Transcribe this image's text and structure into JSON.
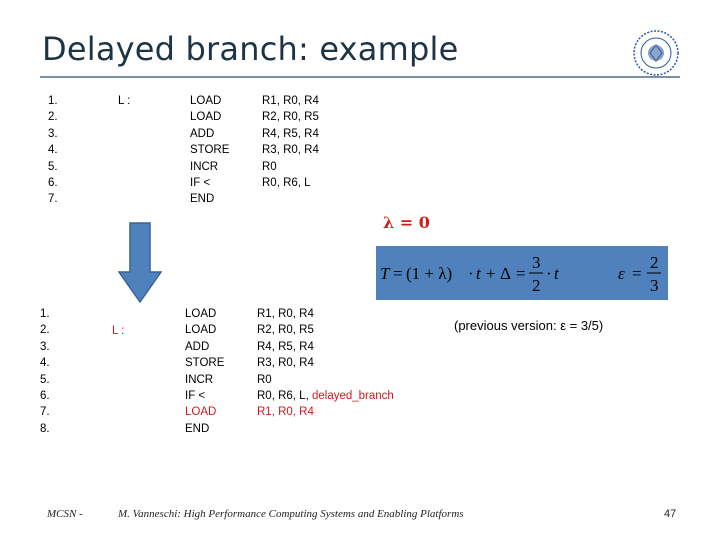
{
  "slide": {
    "title": "Delayed branch: example",
    "page_number": "47"
  },
  "program1": {
    "line_numbers": [
      "1.",
      "2.",
      "3.",
      "4.",
      "5.",
      "6.",
      "7."
    ],
    "label": "L :",
    "opcodes": [
      "LOAD",
      "LOAD",
      "ADD",
      "STORE",
      "INCR",
      "IF <",
      "END"
    ],
    "operands": [
      "R1, R0, R4",
      "R2, R0, R5",
      "R4, R5, R4",
      "R3, R0, R4",
      "R0",
      "R0, R6, L"
    ]
  },
  "program2": {
    "line_numbers": [
      "1.",
      "2.",
      "3.",
      "4.",
      "5.",
      "6.",
      "7.",
      "8."
    ],
    "label": "L :",
    "opcodes": [
      "LOAD",
      "LOAD",
      "ADD",
      "STORE",
      "INCR",
      "IF <",
      "LOAD",
      "END"
    ],
    "operands": [
      "R1, R0, R4",
      "R2, R0, R5",
      "R4, R5, R4",
      "R3, R0, R4",
      "R0",
      "R0, R6, L,",
      "R1, R0, R4"
    ],
    "delayed_keyword": "delayed_branch"
  },
  "formula": {
    "lambda_label": "λ = 0",
    "T": "T",
    "eq": "=",
    "one_plus_lambda": "(1 + λ)",
    "dot": "·",
    "t": "t",
    "plus": "+",
    "delta": "Δ",
    "frac_num": "3",
    "frac_den": "2",
    "epsilon": "ε",
    "eps_num": "2",
    "eps_den": "3"
  },
  "note": {
    "previous_version": "(previous version: ε = 3/5)"
  },
  "footer": {
    "left": "MCSN -",
    "center": "M. Vanneschi: High Performance Computing Systems and Enabling Platforms"
  },
  "colors": {
    "title": "#1f3347",
    "accent_red": "#d21a1a",
    "formula_bg": "#4f81bd",
    "arrow": "#4f81bd"
  }
}
